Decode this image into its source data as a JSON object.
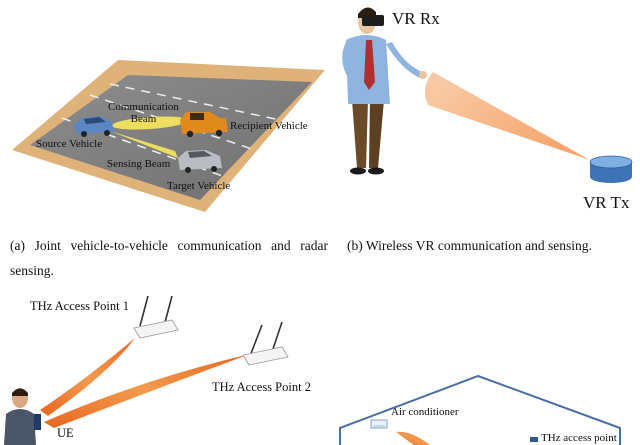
{
  "panel_a": {
    "labels": {
      "communication_beam": "Communication\nBeam",
      "recipient_vehicle": "Recipient Vehicle",
      "source_vehicle": "Source Vehicle",
      "sensing_beam": "Sensing Beam",
      "target_vehicle": "Target Vehicle"
    },
    "caption": "(a) Joint vehicle-to-vehicle communication and radar sensing."
  },
  "panel_b": {
    "labels": {
      "vr_rx": "VR Rx",
      "vr_tx": "VR Tx"
    },
    "caption": "(b) Wireless VR communication and sensing."
  },
  "panel_c": {
    "labels": {
      "ap1": "THz Access Point 1",
      "ap2": "THz Access Point 2",
      "ue": "UE"
    }
  },
  "panel_d": {
    "labels": {
      "air_conditioner": "Air conditioner",
      "thz_access_point": "THz access point"
    }
  },
  "colors": {
    "road": "#7f7f7f",
    "road_edge": "#d9a86c",
    "beam_orange": "#f07a2a",
    "beam_yellow": "#f2e55a",
    "tx_blue": "#4f86c6",
    "shirt_blue": "#8fb4e0",
    "tie_red": "#b03030",
    "pants_brown": "#6b4a2a"
  }
}
